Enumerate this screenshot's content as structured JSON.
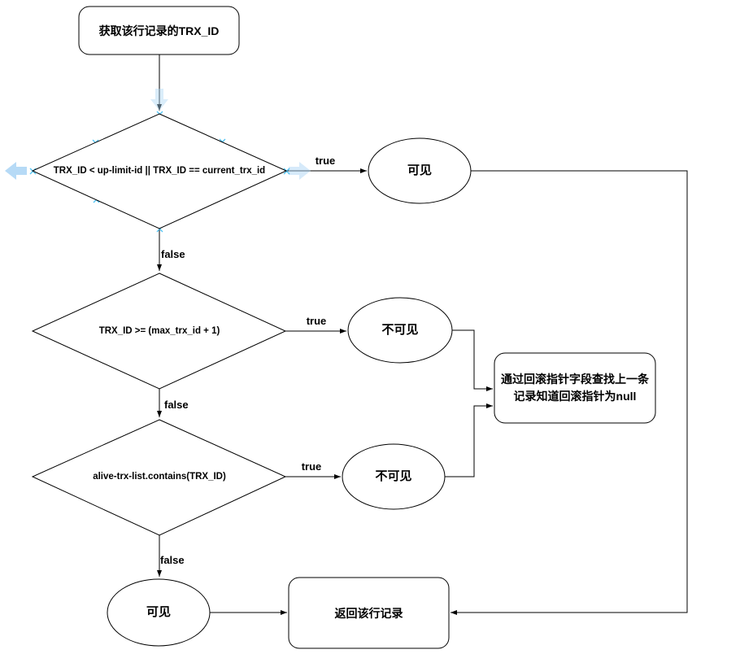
{
  "diagram": {
    "title": "TRX_ID visibility flowchart",
    "nodes": {
      "start": {
        "label": "获取该行记录的TRX_ID",
        "shape": "rounded-rect"
      },
      "decision1": {
        "label": "TRX_ID < up-limit-id || TRX_ID == current_trx_id",
        "shape": "diamond"
      },
      "visible1": {
        "label": "可见",
        "shape": "ellipse"
      },
      "decision2": {
        "label": "TRX_ID >= (max_trx_id + 1)",
        "shape": "diamond"
      },
      "invisible1": {
        "label": "不可见",
        "shape": "ellipse"
      },
      "decision3": {
        "label": "alive-trx-list.contains(TRX_ID)",
        "shape": "diamond"
      },
      "invisible2": {
        "label": "不可见",
        "shape": "ellipse"
      },
      "visible2": {
        "label": "可见",
        "shape": "ellipse"
      },
      "rollback": {
        "line1": "通过回滚指针字段查找上一条",
        "line2": "记录知道回滚指针为null",
        "shape": "rounded-rect"
      },
      "return": {
        "label": "返回该行记录",
        "shape": "rounded-rect"
      }
    },
    "edge_labels": {
      "d1_true": "true",
      "d1_false": "false",
      "d2_true": "true",
      "d2_false": "false",
      "d3_true": "true",
      "d3_false": "false"
    },
    "colors": {
      "stroke": "#000000",
      "text": "#000000",
      "background": "#ffffff",
      "hover_arrow": "#aed6f5",
      "connection_point": "#29b6f2"
    }
  }
}
